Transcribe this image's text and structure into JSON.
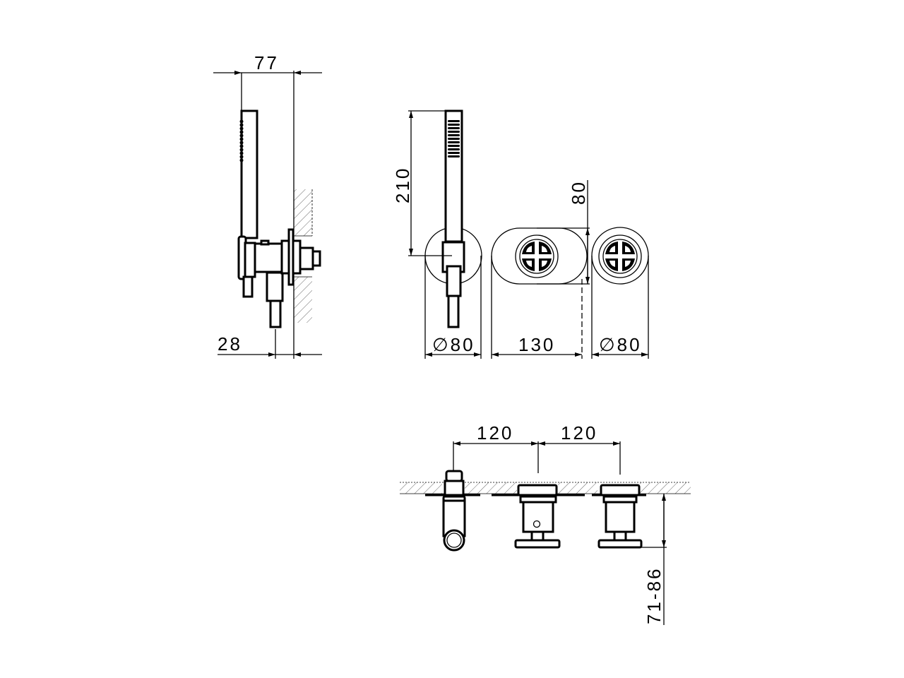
{
  "drawing": {
    "type": "technical dimension drawing",
    "subject": "hand shower with wall bracket and three-hole bath mixer",
    "background": "#ffffff",
    "line_color": "#000000"
  },
  "views": {
    "side_view": {
      "dims": {
        "depth_total": "77",
        "depth_outlet": "28"
      }
    },
    "front_view": {
      "dims": {
        "handshower_height": "210",
        "bracket_diameter": "∅80",
        "escutcheon_width": "130",
        "escutcheon_height": "80",
        "handle_diameter": "∅80"
      }
    },
    "plan_view": {
      "dims": {
        "spacing_1": "120",
        "spacing_2": "120",
        "height_range": "71-86"
      }
    }
  }
}
